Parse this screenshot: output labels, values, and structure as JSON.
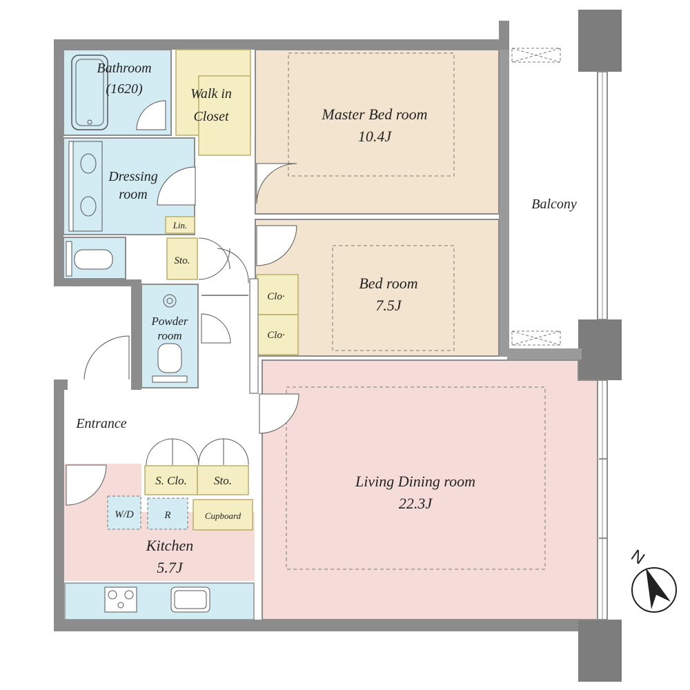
{
  "colors": {
    "wall": "#8c8c8c",
    "wall_dark": "#6f6f6f",
    "bath_blue": "#d3ebf3",
    "bedroom_beige": "#f3e4cf",
    "living_pink": "#f5dcd8",
    "storage_yellow": "#f5eec3",
    "storage_border": "#b9ad6a",
    "fixture_line": "#555555",
    "dash": "#777777"
  },
  "rooms": {
    "bathroom": {
      "name": "Bathroom",
      "size": "(1620)"
    },
    "walk_in_closet": {
      "line1": "Walk in",
      "line2": "Closet"
    },
    "master_bedroom": {
      "name": "Master Bed room",
      "size": "10.4J"
    },
    "dressing_room": {
      "line1": "Dressing",
      "line2": "room"
    },
    "linen": "Lin.",
    "storage_1": "Sto.",
    "balcony": "Balcony",
    "bedroom": {
      "name": "Bed room",
      "size": "7.5J"
    },
    "closet_1": "Clo·",
    "closet_2": "Clo·",
    "powder_room": {
      "line1": "Powder",
      "line2": "room"
    },
    "entrance": "Entrance",
    "shoe_closet": "S. Clo.",
    "storage_2": "Sto.",
    "washer_dryer": "W/D",
    "refrigerator": "R",
    "cupboard": "Cupboard",
    "kitchen": {
      "name": "Kitchen",
      "size": "5.7J"
    },
    "living_dining": {
      "name": "Living Dining room",
      "size": "22.3J"
    }
  },
  "compass": {
    "label": "N"
  }
}
